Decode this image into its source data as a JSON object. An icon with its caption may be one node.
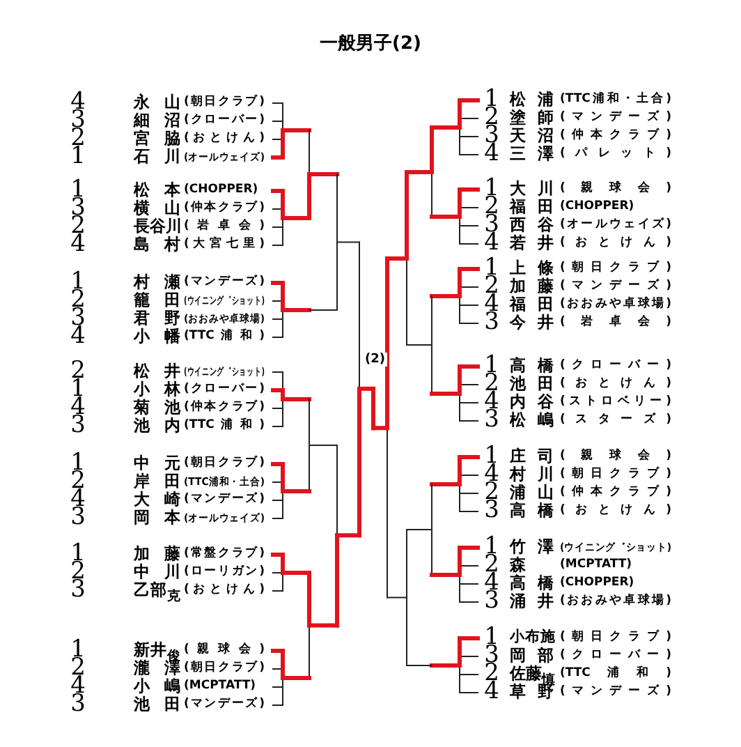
{
  "diagram": {
    "title": "一般男子(2)",
    "nodes": [
      {
        "text": [
          "永山",
          "(朝日クラブ)"
        ],
        "beside": [
          "4"
        ]
      },
      {
        "text": [
          "細沼",
          "(クローバー)"
        ],
        "beside": [
          "3"
        ]
      },
      {
        "text": [
          "宮脇",
          "(おとけん)"
        ],
        "beside": [
          "2"
        ]
      },
      {
        "text": [
          "石川",
          "(オールウェイズ)"
        ],
        "beside": [
          "1"
        ]
      },
      {
        "text": [
          "松本",
          "(CHOPPER)"
        ],
        "beside": [
          "1"
        ]
      },
      {
        "text": [
          "横山",
          "(仲本クラブ)"
        ],
        "beside": [
          "3"
        ]
      },
      {
        "text": [
          "長谷川",
          "(岩卓会)"
        ],
        "beside": [
          "2"
        ]
      },
      {
        "text": [
          "島村",
          "(大宮七里)"
        ],
        "beside": [
          "4"
        ]
      },
      {
        "text": [
          "村瀬",
          "(マンデーズ)"
        ],
        "beside": [
          "1"
        ]
      },
      {
        "text": [
          "籠田",
          "(ウイニング゛ショット)"
        ],
        "beside": [
          "2"
        ]
      },
      {
        "text": [
          "君野",
          "(おおみや卓球場)"
        ],
        "beside": [
          "3"
        ]
      },
      {
        "text": [
          "小幡",
          "(TTC浦和)"
        ],
        "beside": [
          "4"
        ]
      },
      {
        "text": [
          "松井",
          "(ウイニング゛ショット)"
        ],
        "beside": [
          "2"
        ]
      },
      {
        "text": [
          "小林",
          "(クローバー)"
        ],
        "beside": [
          "1"
        ]
      },
      {
        "text": [
          "菊池",
          "(仲本クラブ)"
        ],
        "beside": [
          "4"
        ]
      },
      {
        "text": [
          "池内",
          "(TTC浦和)"
        ],
        "beside": [
          "3"
        ]
      },
      {
        "text": [
          "中元",
          "(朝日クラブ)"
        ],
        "beside": [
          "1"
        ]
      },
      {
        "text": [
          "岸田",
          "(TTC浦和・土合)"
        ],
        "beside": [
          "2"
        ]
      },
      {
        "text": [
          "大崎",
          "(マンデーズ)"
        ],
        "beside": [
          "4"
        ]
      },
      {
        "text": [
          "岡本",
          "(オールウェイズ)"
        ],
        "beside": [
          "3"
        ]
      },
      {
        "text": [
          "加藤",
          "(常盤クラブ)"
        ],
        "beside": [
          "1"
        ]
      },
      {
        "text": [
          "中川",
          "(ローリガン)"
        ],
        "beside": [
          "2"
        ]
      },
      {
        "text": [
          "乙部$_{克}$",
          "(おとけん)"
        ],
        "beside": [
          "3"
        ]
      },
      {
        "text": [
          "新井$_{俊}$",
          "(親球会)"
        ],
        "beside": [
          "1"
        ]
      },
      {
        "text": [
          "瀧澤",
          "(朝日クラブ)"
        ],
        "beside": [
          "2"
        ]
      },
      {
        "text": [
          "小嶋",
          "(MCPTATT)"
        ],
        "beside": [
          "4"
        ]
      },
      {
        "text": [
          "池田",
          "(マンデーズ)"
        ],
        "beside": [
          "3"
        ]
      },
      {
        "text": [
          "松浦",
          "(TTC浦和・土合)"
        ],
        "beside": [
          "1"
        ]
      },
      {
        "text": [
          "塗師",
          "(マンデーズ)"
        ],
        "beside": [
          "2"
        ]
      },
      {
        "text": [
          "天沼",
          "(仲本クラブ)"
        ],
        "beside": [
          "3"
        ]
      },
      {
        "text": [
          "三澤",
          "(パレット)"
        ],
        "beside": [
          "4"
        ]
      },
      {
        "text": [
          "大川",
          "(親球会)"
        ],
        "beside": [
          "1"
        ]
      },
      {
        "text": [
          "福田",
          "(CHOPPER)"
        ],
        "beside": [
          "2"
        ]
      },
      {
        "text": [
          "西谷",
          "(オールウェイズ)"
        ],
        "beside": [
          "3"
        ]
      },
      {
        "text": [
          "若井",
          "(おとけん)"
        ],
        "beside": [
          "4"
        ]
      },
      {
        "text": [
          "上條",
          "(朝日クラブ)"
        ],
        "beside": [
          "1"
        ]
      },
      {
        "text": [
          "加藤",
          "(マンデーズ)"
        ],
        "beside": [
          "2"
        ]
      },
      {
        "text": [
          "福田",
          "(おおみや卓球場)"
        ],
        "beside": [
          "4"
        ]
      },
      {
        "text": [
          "今井",
          "(岩卓会)"
        ],
        "beside": [
          "3"
        ]
      },
      {
        "text": [
          "高橋",
          "(クローバー)"
        ],
        "beside": [
          "1"
        ]
      },
      {
        "text": [
          "池田",
          "(おとけん)"
        ],
        "beside": [
          "2"
        ]
      },
      {
        "text": [
          "内谷",
          "(ストロベリー)"
        ],
        "beside": [
          "4"
        ]
      },
      {
        "text": [
          "松嶋",
          "(スターズ)"
        ],
        "beside": [
          "3"
        ]
      },
      {
        "text": [
          "庄司",
          "(親球会)"
        ],
        "beside": [
          "1"
        ]
      },
      {
        "text": [
          "村川",
          "(朝日クラブ)"
        ],
        "beside": [
          "4"
        ]
      },
      {
        "text": [
          "浦山",
          "(仲本クラブ)"
        ],
        "beside": [
          "2"
        ]
      },
      {
        "text": [
          "高橋",
          "(おとけん)"
        ],
        "beside": [
          "3"
        ]
      },
      {
        "text": [
          "竹澤",
          "(ウイニング゛ショット)"
        ],
        "beside": [
          "1"
        ]
      },
      {
        "text": [
          "森",
          "(MCPTATT)"
        ],
        "beside": [
          "2"
        ]
      },
      {
        "text": [
          "高橋",
          "(CHOPPER)"
        ],
        "beside": [
          "4"
        ]
      },
      {
        "text": [
          "涌井",
          "(おおみや卓球場)"
        ],
        "beside": [
          "3"
        ]
      },
      {
        "text": [
          "小布施",
          "(朝日クラブ)"
        ],
        "beside": [
          "1"
        ]
      },
      {
        "text": [
          "岡部",
          "(クローバー)"
        ],
        "beside": [
          "3"
        ]
      },
      {
        "text": [
          "佐藤$_{慎}$",
          "(TTC浦和)"
        ],
        "beside": [
          "2"
        ]
      },
      {
        "text": [
          "草野",
          "(マンデーズ)"
        ],
        "beside": [
          "4"
        ]
      }
    ],
    "labels": [
      "(2)"
    ]
  }
}
